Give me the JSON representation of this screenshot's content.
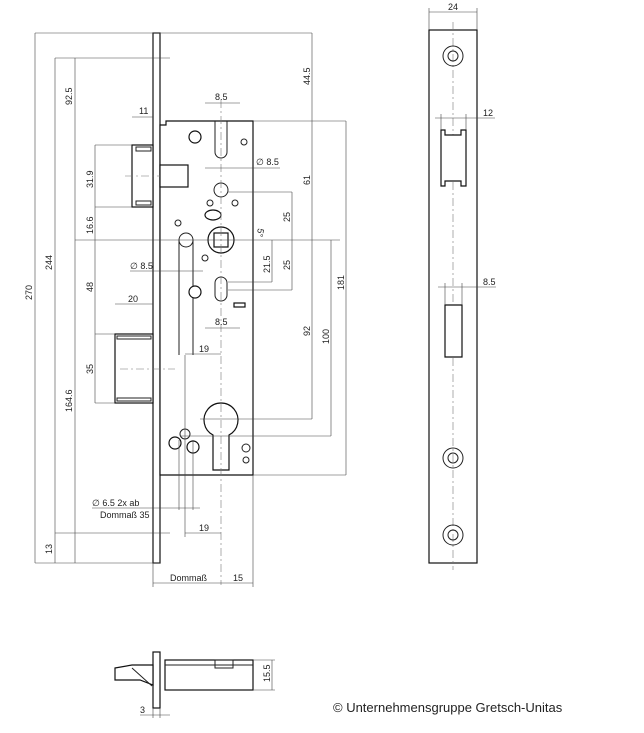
{
  "front_view": {
    "dims_left": {
      "d270": "270",
      "d244": "244",
      "d92_5": "92.5",
      "d31_9": "31.9",
      "d16_6": "16.6",
      "d48": "48",
      "d35": "35",
      "d164_6": "164.6",
      "d13": "13",
      "d11": "11",
      "d20": "20"
    },
    "dims_right": {
      "d44_5": "44.5",
      "d61": "61",
      "d181": "181",
      "d25a": "25",
      "d25b": "25",
      "d21_5": "21.5",
      "d92": "92",
      "d100": "100",
      "angle": "5°"
    },
    "dims_inner": {
      "d8_5_top": "8.5",
      "dia8_5_a": "∅ 8.5",
      "dia8_5_b": "∅ 8.5",
      "d8_5_bot": "8.5",
      "d19_a": "19",
      "d19_b": "19"
    },
    "note_line1": "∅ 6.5 2x ab",
    "note_line2": "Dommaß 35",
    "dim_dornmass": "Dommaß",
    "dim_15": "15"
  },
  "side_view": {
    "d24": "24",
    "d12": "12",
    "d8_5": "8.5"
  },
  "bottom_view": {
    "d15_5": "15.5",
    "d3": "3"
  },
  "copyright": "© Unternehmensgruppe Gretsch-Unitas"
}
